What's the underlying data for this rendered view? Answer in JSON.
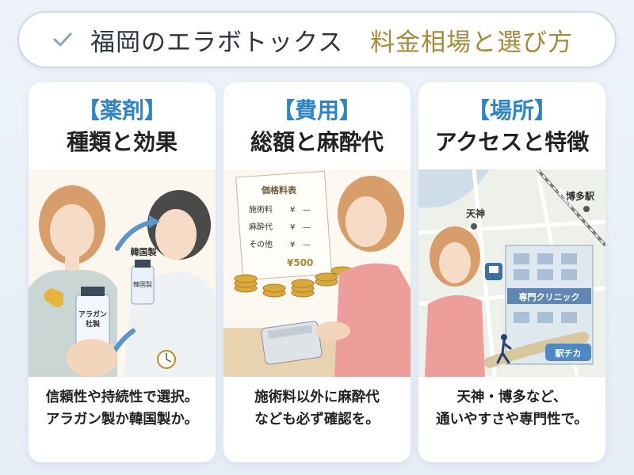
{
  "header": {
    "title": "福岡のエラボトックス",
    "subtitle": "料金相場と選び方"
  },
  "cards": [
    {
      "tag": "【薬剤】",
      "heading": "種類と効果",
      "illus_labels": {
        "korea_label": "韓国製",
        "vial_small": "韓国製",
        "vial_big_1": "アラガン",
        "vial_big_2": "社製"
      },
      "desc_line1": "信頼性や持続性で選択。",
      "desc_line2": "アラガン製か韓国製か。"
    },
    {
      "tag": "【費用】",
      "heading": "総額と麻酔代",
      "illus_labels": {
        "sheet_title": "価格料表",
        "row1": "施術料",
        "row2": "麻酔代",
        "row3": "その他",
        "yen": "¥",
        "dash": "—",
        "total": "¥500"
      },
      "desc_line1": "施術料以外に麻酔代",
      "desc_line2": "なども必ず確認を。"
    },
    {
      "tag": "【場所】",
      "heading": "アクセスと特徴",
      "illus_labels": {
        "tenjin": "天神",
        "hakata": "博多駅",
        "hakata_sign": "博多駅",
        "clinic": "専門クリニック",
        "ekichika": "駅チカ"
      },
      "desc_line1": "天神・博多など、",
      "desc_line2": "通いやすさや専門性で。"
    }
  ],
  "colors": {
    "accent_blue": "#2f84c4",
    "gold": "#a68a3c"
  }
}
